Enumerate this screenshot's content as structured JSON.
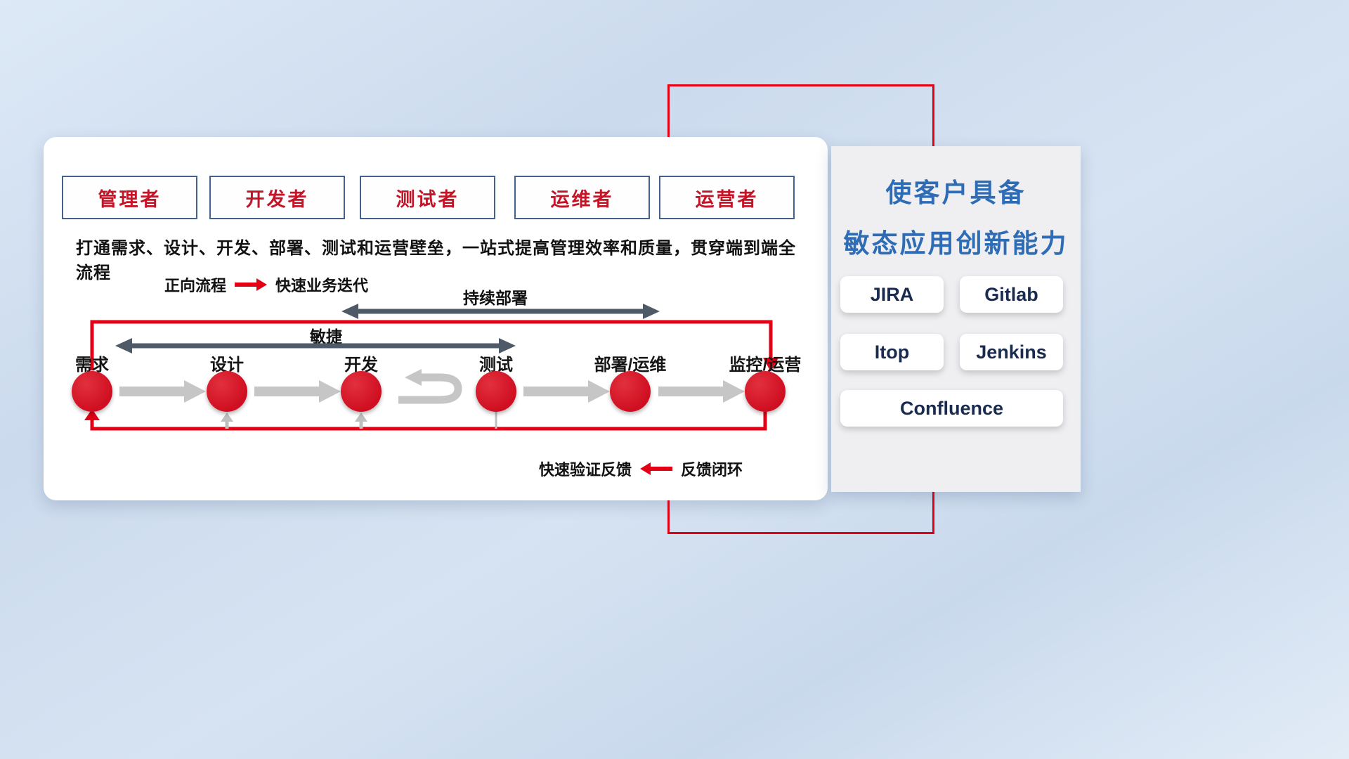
{
  "roles": [
    "管理者",
    "开发者",
    "测试者",
    "运维者",
    "运营者"
  ],
  "description": "打通需求、设计、开发、部署、测试和运营壁垒，一站式提高管理效率和质量，贯穿端到端全流程",
  "legend_forward": {
    "label": "正向流程",
    "value": "快速业务迭代"
  },
  "legend_feedback": {
    "label": "快速验证反馈",
    "value": "反馈闭环"
  },
  "flow": {
    "stages": [
      "需求",
      "设计",
      "开发",
      "测试",
      "部署/运维",
      "监控/运营"
    ],
    "agile_label": "敏捷",
    "cd_label": "持续部署"
  },
  "right_panel": {
    "title_line1": "使客户具备",
    "title_line2": "敏态应用创新能力",
    "tools": [
      "JIRA",
      "Gitlab",
      "Itop",
      "Jenkins",
      "Confluence"
    ]
  },
  "colors": {
    "accent_red": "#e30015",
    "title_blue": "#2e6cb5",
    "dark_arrow": "#4e5a67",
    "gray_arrow": "#c6c6c6",
    "role_text": "#c41428",
    "tool_text": "#1a2b50"
  }
}
